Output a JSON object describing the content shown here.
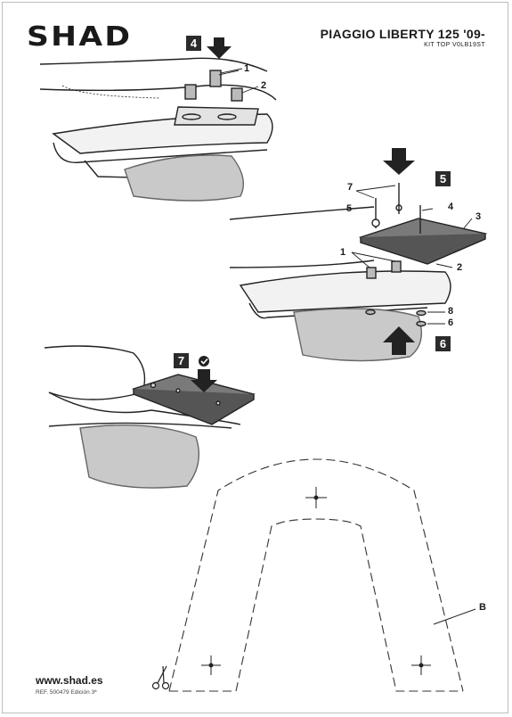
{
  "brand": "SHAD",
  "title": "PIAGGIO LIBERTY 125 '09-",
  "subtitle": "KIT TOP V0LB19ST",
  "steps": [
    "4",
    "5",
    "6",
    "7"
  ],
  "callouts": {
    "s4_1": "1",
    "s4_2": "2",
    "s5_7": "7",
    "s5_5": "5",
    "s5_4": "4",
    "s5_3": "3",
    "s5_1": "1",
    "s5_2": "2",
    "s5_8": "8",
    "s5_6": "6"
  },
  "template_label": "B",
  "website": "www.shad.es",
  "reference": "REF. 500479 Edición 3ª",
  "icons": [
    "arrow-down-icon",
    "arrow-up-icon",
    "check-icon",
    "scissors-icon",
    "crosshair-icon"
  ]
}
